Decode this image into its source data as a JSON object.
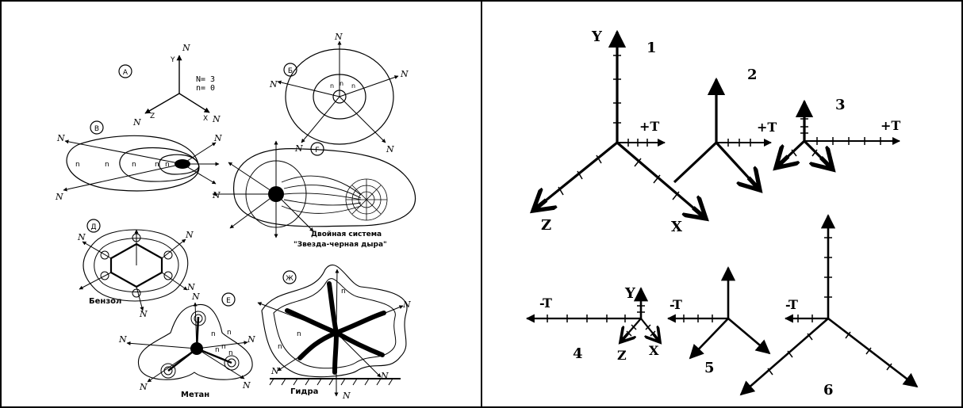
{
  "left_figure": {
    "panels": {
      "a": "A",
      "b": "Б",
      "v": "В",
      "g": "Г",
      "d": "Д",
      "e": "Е",
      "zh": "Ж"
    },
    "axis_labels": {
      "x": "X",
      "y": "Y",
      "z": "Z"
    },
    "symbol_N": "N",
    "symbol_n": "n",
    "formula_N": "N= 3",
    "formula_n": "n= 0",
    "caption_binary_1": "Двойная система",
    "caption_binary_2": "\"Звезда-черная дыра\"",
    "caption_benzene": "Бензол",
    "caption_methane": "Метан",
    "caption_hydra": "Гидра"
  },
  "right_figure": {
    "numbers": [
      "1",
      "2",
      "3",
      "4",
      "5",
      "6"
    ],
    "axis_labels": {
      "x": "X",
      "y": "Y",
      "z": "Z"
    },
    "plus_t": "+T",
    "minus_t": "-T"
  }
}
